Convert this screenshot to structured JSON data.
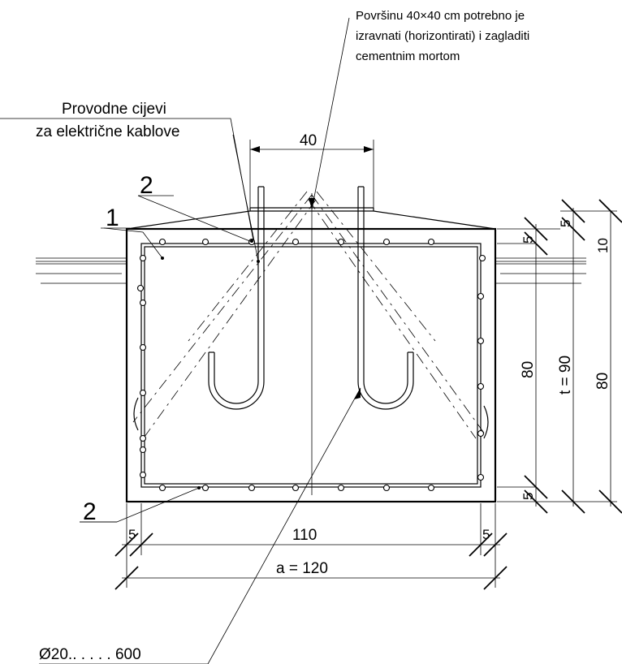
{
  "labels": {
    "note": [
      "Površinu 40×40 cm potrebno je",
      "izravnati (horizontirati) i zagladiti",
      "cementnim mortom"
    ],
    "conduits": [
      "Provodne cijevi",
      "za električne kablove"
    ],
    "item_1": "1",
    "item_2_top": "2",
    "item_2_bottom": "2",
    "rebar": "Ø20.. . . . . 600"
  },
  "dimensions": {
    "plate_width": "40",
    "top_right_5": "5",
    "right_10": "10",
    "inner_5_top": "5",
    "inner_80": "80",
    "depth": "t = 90",
    "outer_80": "80",
    "inner_5_bottom": "5",
    "left_5": "5",
    "inner_110": "110",
    "right_5": "5",
    "width": "a = 120"
  }
}
